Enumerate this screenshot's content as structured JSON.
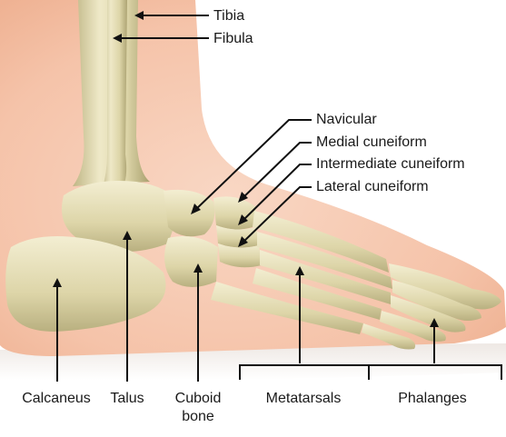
{
  "labels": {
    "tibia": "Tibia",
    "fibula": "Fibula",
    "navicular": "Navicular",
    "medial_cuneiform": "Medial cuneiform",
    "intermediate_cuneiform": "Intermediate cuneiform",
    "lateral_cuneiform": "Lateral cuneiform",
    "calcaneus": "Calcaneus",
    "talus": "Talus",
    "cuboid_line1": "Cuboid",
    "cuboid_line2": "bone",
    "metatarsals": "Metatarsals",
    "phalanges": "Phalanges"
  },
  "colors": {
    "skin_outer": "#f7c9b1",
    "skin_inner": "#f2b79c",
    "bone_light": "#efe9c8",
    "bone_mid": "#d9d1a3",
    "bone_dark": "#a89f6e",
    "shadow": "#e8e2de"
  }
}
